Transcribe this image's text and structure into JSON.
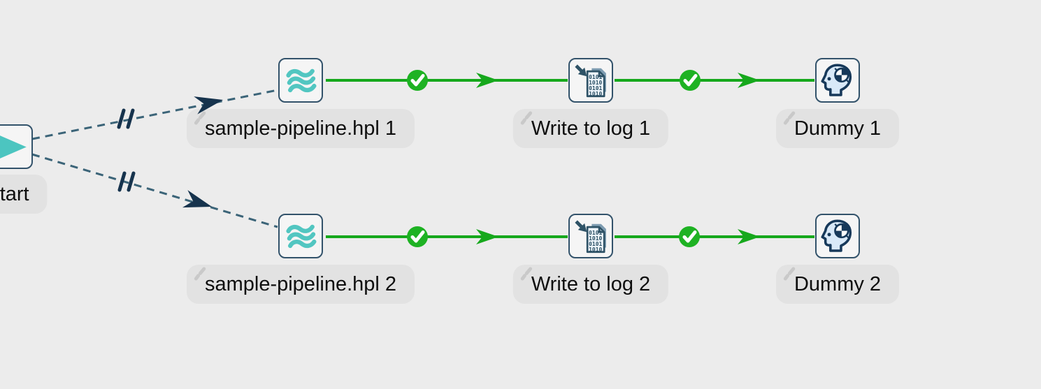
{
  "canvas": {
    "background": "#ececec",
    "description": "Workflow canvas with a Start action fanning out to two parallel pipeline branches"
  },
  "colors": {
    "node_border": "#33536b",
    "node_background": "#f5f5f5",
    "teal_accent": "#4cc5c0",
    "hop_dashed": "#3b6478",
    "hop_marker_navy": "#16334d",
    "hop_success_green": "#16a81c",
    "check_circle_green": "#1eb223",
    "label_background": "#e2e2e2",
    "label_text": "#0e0e0e",
    "pencil_gray": "#c9c9c9",
    "icon_slate": "#2e5266",
    "icon_navy": "#17395a",
    "icon_light_blue": "#d9e9f8"
  },
  "nodes": {
    "start": {
      "label": "Start",
      "type": "start-action"
    },
    "pipeline1": {
      "label": "sample-pipeline.hpl 1",
      "type": "pipeline-action"
    },
    "writelog1": {
      "label": "Write to log 1",
      "type": "write-to-log-action"
    },
    "dummy1": {
      "label": "Dummy 1",
      "type": "dummy-action"
    },
    "pipeline2": {
      "label": "sample-pipeline.hpl 2",
      "type": "pipeline-action"
    },
    "writelog2": {
      "label": "Write to log 2",
      "type": "write-to-log-action"
    },
    "dummy2": {
      "label": "Dummy 2",
      "type": "dummy-action"
    }
  },
  "icons": {
    "write_to_log_binary": [
      "0101",
      "1010",
      "0101",
      "1010"
    ]
  },
  "hops": [
    {
      "from": "Start",
      "to": "sample-pipeline.hpl 1",
      "style": "unconditional-parallel-dashed"
    },
    {
      "from": "Start",
      "to": "sample-pipeline.hpl 2",
      "style": "unconditional-parallel-dashed"
    },
    {
      "from": "sample-pipeline.hpl 1",
      "to": "Write to log 1",
      "style": "on-success-green-check"
    },
    {
      "from": "Write to log 1",
      "to": "Dummy 1",
      "style": "on-success-green-check"
    },
    {
      "from": "sample-pipeline.hpl 2",
      "to": "Write to log 2",
      "style": "on-success-green-check"
    },
    {
      "from": "Write to log 2",
      "to": "Dummy 2",
      "style": "on-success-green-check"
    }
  ]
}
